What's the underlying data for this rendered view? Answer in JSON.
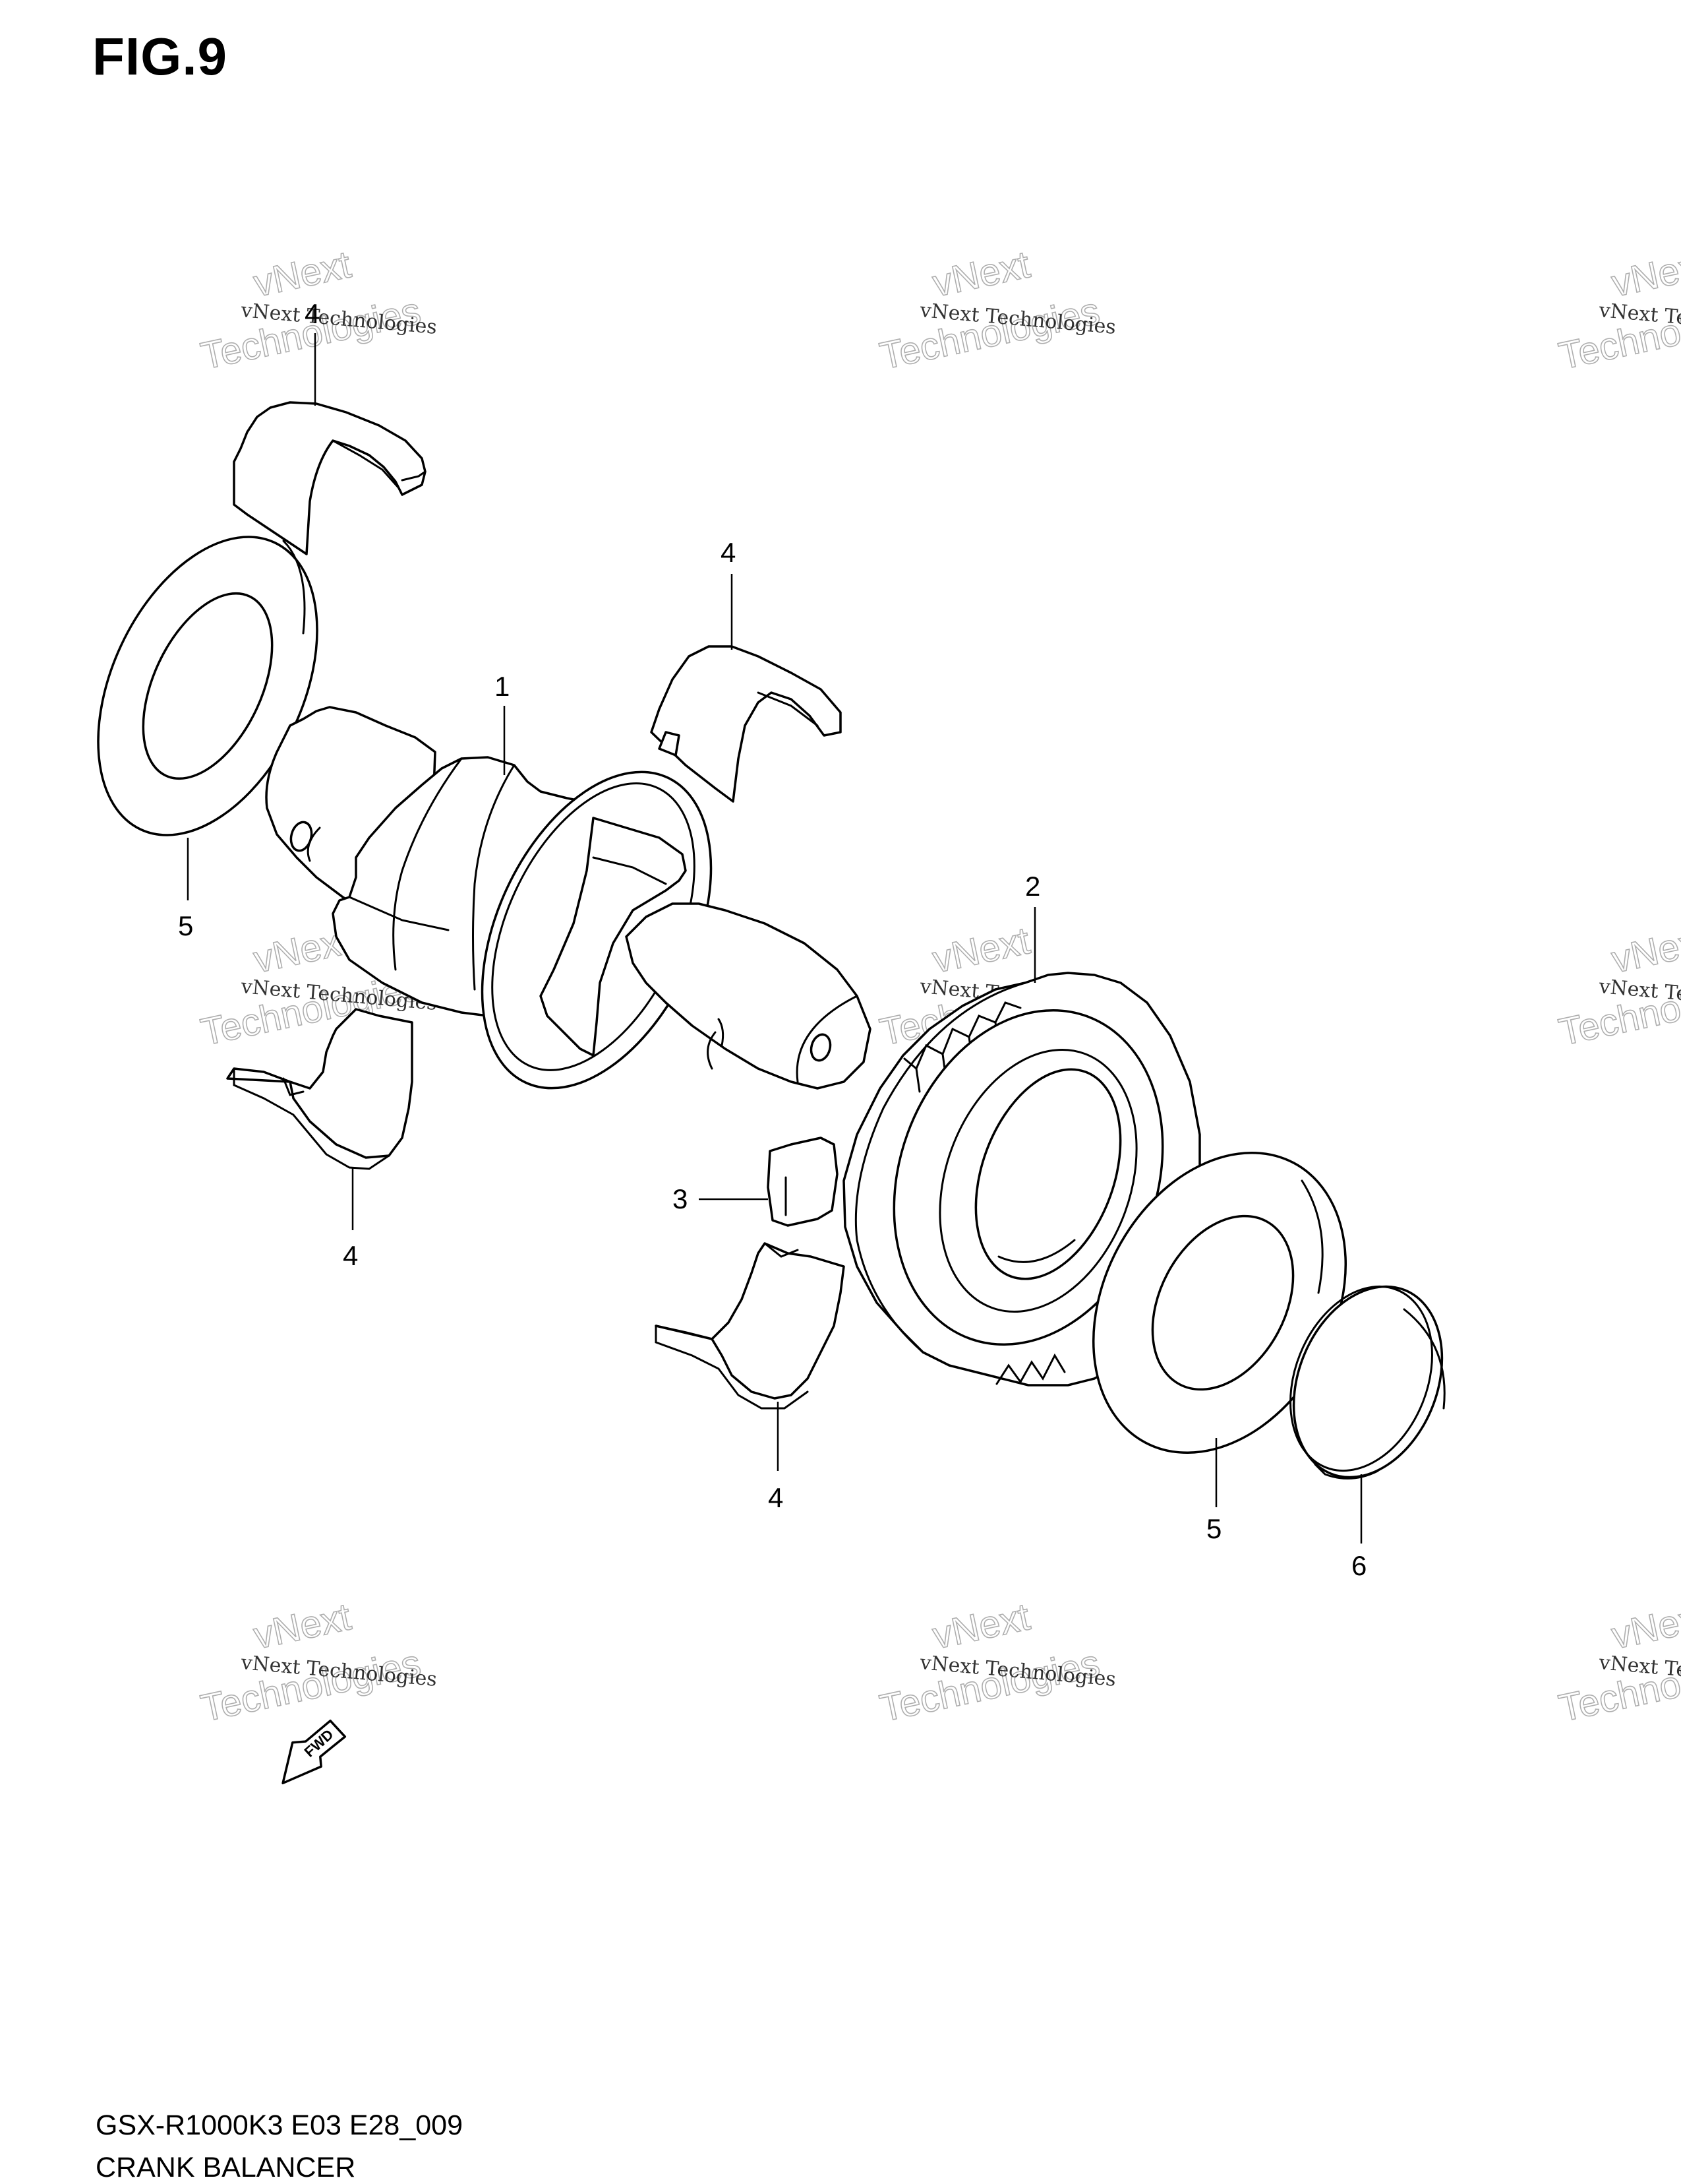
{
  "figure_title": "FIG.9",
  "callouts": {
    "c1": "1",
    "c2": "2",
    "c3": "3",
    "c4": "4",
    "c5": "5",
    "c6": "6"
  },
  "watermark": {
    "line_small": "vNext Technologies",
    "line_big_1": "vNext",
    "line_big_2": "Technologies"
  },
  "fwd_label": "FWD",
  "footer": {
    "code": "GSX-R1000K3 E03 E28_009",
    "title": "CRANK BALANCER"
  }
}
